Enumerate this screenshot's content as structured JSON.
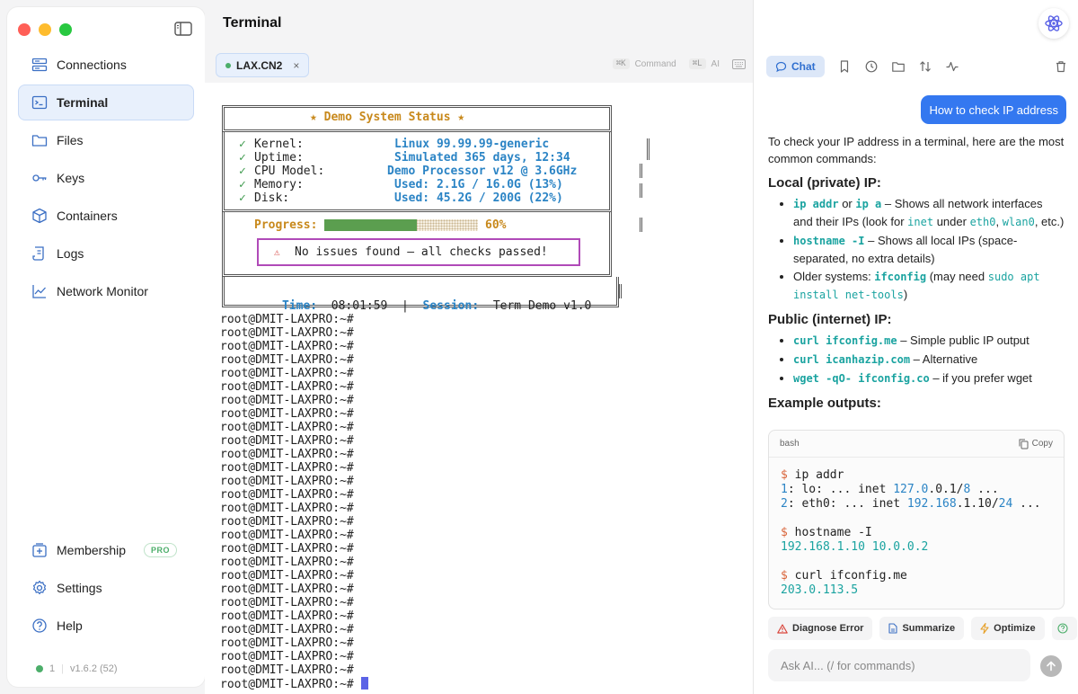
{
  "sidebar": {
    "items": [
      {
        "name": "connections",
        "label": "Connections",
        "icon": "connections-icon"
      },
      {
        "name": "terminal",
        "label": "Terminal",
        "icon": "terminal-icon",
        "active": true
      },
      {
        "name": "files",
        "label": "Files",
        "icon": "folder-icon"
      },
      {
        "name": "keys",
        "label": "Keys",
        "icon": "key-icon"
      },
      {
        "name": "containers",
        "label": "Containers",
        "icon": "cube-icon"
      },
      {
        "name": "logs",
        "label": "Logs",
        "icon": "logs-icon"
      },
      {
        "name": "network-monitor",
        "label": "Network Monitor",
        "icon": "chart-line-icon"
      }
    ],
    "bottom": {
      "membership": "Membership",
      "pro_badge": "PRO",
      "settings": "Settings",
      "help": "Help"
    },
    "status": {
      "count": "1",
      "separator": "|",
      "version": "v1.6.2 (52)"
    }
  },
  "main": {
    "title": "Terminal",
    "tab": {
      "label": "LAX.CN2",
      "close": "×"
    },
    "shortcuts": {
      "command_key": "⌘K",
      "command_label": "Command",
      "ai_key": "⌘L",
      "ai_label": "AI"
    }
  },
  "terminal": {
    "banner_title": "★ Demo System Status ★",
    "system": [
      {
        "check": "✓",
        "label": "Kernel:",
        "value": "Linux 99.99.99-generic"
      },
      {
        "check": "✓",
        "label": "Uptime:",
        "value": "Simulated 365 days, 12:34"
      },
      {
        "check": "✓",
        "label": "CPU Model:",
        "value": "Demo Processor v12 @ 3.6GHz"
      },
      {
        "check": "✓",
        "label": "Memory:",
        "value": "Used: 2.1G / 16.0G (13%)"
      },
      {
        "check": "✓",
        "label": "Disk:",
        "value": "Used: 45.2G / 200G (22%)"
      }
    ],
    "progress": {
      "label": "Progress:",
      "fraction": 0.6,
      "text": "60%"
    },
    "alert": {
      "icon": "⚠",
      "text": "No issues found — all checks passed!"
    },
    "footer": {
      "time_label": "Time:",
      "time": "08:01:59",
      "sep": "|",
      "session_label": "Session:",
      "session": "Term Demo v1.0"
    },
    "prompt": "root@DMIT-LAXPRO:~#",
    "prompt_count": 28
  },
  "chat": {
    "tab_label": "Chat",
    "user_message": "How to check IP address",
    "intro": "To check your IP address in a terminal, here are the most common commands:",
    "local": {
      "heading": "Local (private) IP:",
      "item1": {
        "cmd1": "ip addr",
        "or": " or ",
        "cmd2": "ip a",
        "text1": " – Shows all network interfaces and their IPs (look for ",
        "c1": "inet",
        "text2": " under ",
        "c2": "eth0",
        "comma": ", ",
        "c3": "wlan0",
        "text3": ", etc.)"
      },
      "item2": {
        "cmd": "hostname -I",
        "text": " – Shows all local IPs (space-separated, no extra details)"
      },
      "item3": {
        "pre": "Older systems: ",
        "cmd": "ifconfig",
        "mid": " (may need ",
        "c": "sudo apt install net-tools",
        "post": ")"
      }
    },
    "public": {
      "heading": "Public (internet) IP:",
      "items": [
        {
          "cmd": "curl ifconfig.me",
          "text": " – Simple public IP output"
        },
        {
          "cmd": "curl icanhazip.com",
          "text": " – Alternative"
        },
        {
          "cmd": "wget -qO- ifconfig.co",
          "text": " – if you prefer wget"
        }
      ]
    },
    "examples_heading": "Example outputs:",
    "code": {
      "lang": "bash",
      "copy": "Copy",
      "p": "$",
      "cmd1": "ip addr",
      "l1a": "1",
      "l1b": ": lo: ... inet ",
      "l1c": "127.0",
      "l1d": ".0.1/",
      "l1e": "8",
      "l1f": " ...",
      "l2a": "2",
      "l2b": ": eth0: ... inet ",
      "l2c": "192.168",
      "l2d": ".1.10/",
      "l2e": "24",
      "l2f": " ...",
      "cmd2": "hostname -I",
      "out2": "192.168.1.10 10.0.0.2",
      "cmd3": "curl ifconfig.me",
      "out3": "203.0.113.5"
    },
    "actions": {
      "diagnose": "Diagnose Error",
      "summarize": "Summarize",
      "optimize": "Optimize"
    },
    "input_placeholder": "Ask AI... (/ for commands)"
  },
  "colors": {
    "accent": "#3478f0",
    "terminal_value": "#2b84c5",
    "progress_fill": "#5b9e4f",
    "progress_label": "#c8891c",
    "alert_border": "#b04ab8",
    "teal_code": "#1aa3a0"
  }
}
